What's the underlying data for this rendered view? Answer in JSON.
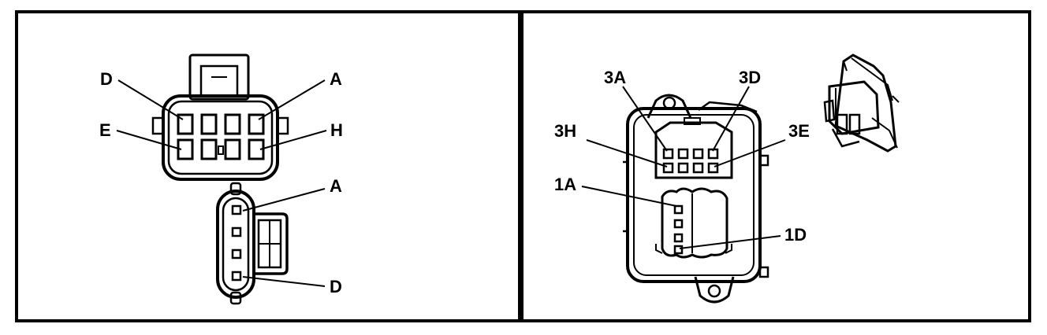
{
  "left_panel": {
    "top_connector": {
      "labels": {
        "d": "D",
        "a": "A",
        "e": "E",
        "h": "H"
      }
    },
    "bottom_connector": {
      "labels": {
        "a": "A",
        "d": "D"
      }
    }
  },
  "right_panel": {
    "module": {
      "labels": {
        "3a": "3A",
        "3d": "3D",
        "3h": "3H",
        "3e": "3E",
        "1a": "1A",
        "1d": "1D"
      }
    }
  },
  "colors": {
    "ink": "#000000",
    "paper": "#ffffff"
  }
}
